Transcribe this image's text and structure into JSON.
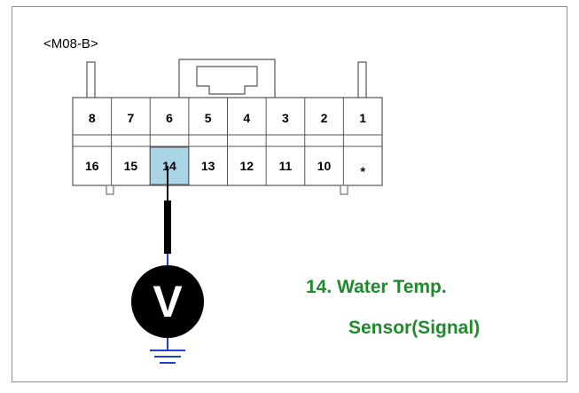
{
  "connector": {
    "name": "<M08-B>",
    "top_row": [
      "8",
      "7",
      "6",
      "5",
      "4",
      "3",
      "2",
      "1"
    ],
    "bottom_row": [
      "16",
      "15",
      "14",
      "13",
      "12",
      "11",
      "10",
      "*"
    ],
    "highlighted_pin": "14",
    "highlight_color": "#a9d4e4"
  },
  "meter": {
    "symbol": "V"
  },
  "caption": {
    "line1": "14. Water Temp.",
    "line2": "Sensor(Signal)",
    "color": "#1f8b2c"
  }
}
